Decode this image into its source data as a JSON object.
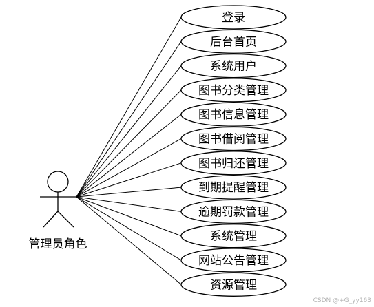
{
  "actor": {
    "label": "管理员角色"
  },
  "use_cases": [
    {
      "label": "登录"
    },
    {
      "label": "后台首页"
    },
    {
      "label": "系统用户"
    },
    {
      "label": "图书分类管理"
    },
    {
      "label": "图书信息管理"
    },
    {
      "label": "图书借阅管理"
    },
    {
      "label": "图书归还管理"
    },
    {
      "label": "到期提醒管理"
    },
    {
      "label": "逾期罚款管理"
    },
    {
      "label": "系统管理"
    },
    {
      "label": "网站公告管理"
    },
    {
      "label": "资源管理"
    }
  ],
  "watermark": "CSDN @+G_yy163",
  "colors": {
    "stroke": "#000000",
    "fill": "#ffffff",
    "watermark": "#b3b3b3"
  }
}
